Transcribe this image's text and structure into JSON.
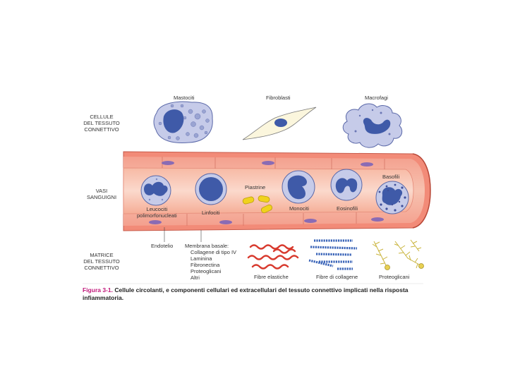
{
  "sections": {
    "cells": [
      "CELLULE",
      "DEL TESSUTO",
      "CONNETTIVO"
    ],
    "vessels": [
      "VASI",
      "SANGUIGNI"
    ],
    "matrix": [
      "MATRICE",
      "DEL TESSUTO",
      "CONNETTIVO"
    ]
  },
  "top_cells": {
    "mastocytes": "Mastociti",
    "fibroblasts": "Fibroblasti",
    "macrophages": "Macrofagi"
  },
  "vessel_cells": {
    "leukocytes": [
      "Leucociti",
      "polimorfonucleati"
    ],
    "lymphocytes": "Linfociti",
    "platelets": "Piastrine",
    "monocytes": "Monociti",
    "eosinophils": "Eosinofili",
    "basophils": "Basofili"
  },
  "matrix_items": {
    "endothelium": "Endotelio",
    "basement_membrane_title": "Membrana basale:",
    "basement_membrane_items": [
      "Collagene di tipo IV",
      "Laminina",
      "Fibronectina",
      "Proteoglicani",
      "Altri"
    ],
    "elastic_fibers": "Fibre elastiche",
    "collagen_fibers": "Fibre di collagene",
    "proteoglycans": "Proteoglicani"
  },
  "caption": {
    "figure_label": "Figura 3-1.",
    "text": "Cellule circolanti, e componenti cellulari ed extracellulari del tessuto connettivo implicati nella risposta infiammatoria."
  },
  "colors": {
    "nucleus": "#3f5aa8",
    "cytoplasm": "#c9cdea",
    "vessel_wall": "#f08a7a",
    "vessel_lumen": "#f6b7a4",
    "platelet": "#f0d21e",
    "elastic": "#d83a2e",
    "collagen": "#3a64b8",
    "proteoglycan": "#c9b43c",
    "caption_accent": "#c0187a"
  }
}
